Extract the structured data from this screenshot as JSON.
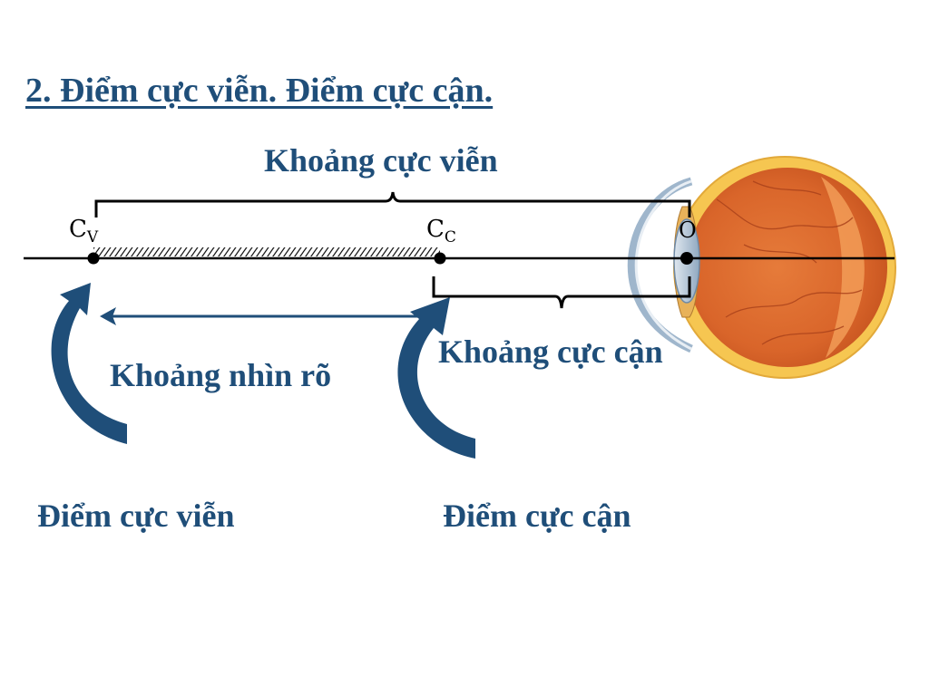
{
  "title": "2. Điểm cực viễn. Điểm cực cận.",
  "labels": {
    "far_range": "Khoảng cực viễn",
    "near_range": "Khoảng cực cận",
    "clear_range": "Khoảng nhìn rõ",
    "far_point": "Điểm cực viễn",
    "near_point": "Điểm cực cận"
  },
  "points": {
    "cv": {
      "main": "C",
      "sub": "V"
    },
    "cc": {
      "main": "C",
      "sub": "C"
    },
    "o": "O"
  },
  "colors": {
    "text": "#1F4E79",
    "arrow": "#1F4E79",
    "eye_outer": "#F5C249",
    "eye_inner": "#D96A2A"
  }
}
